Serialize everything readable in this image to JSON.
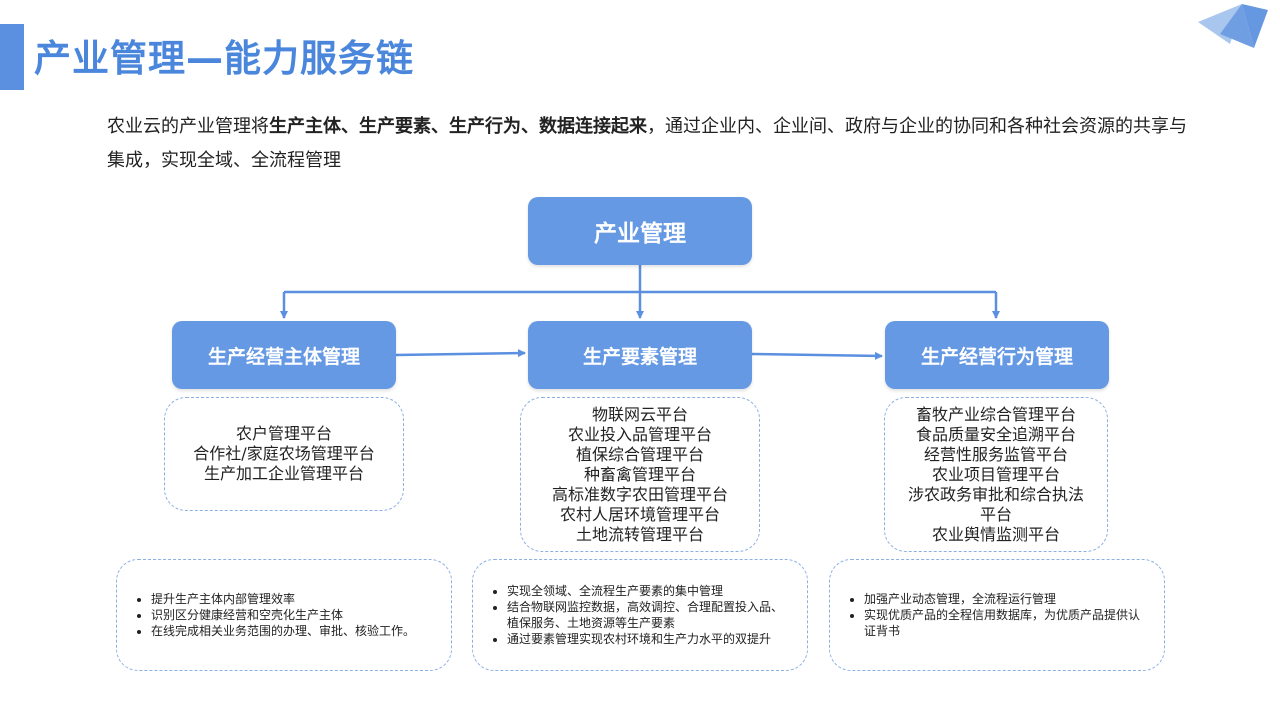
{
  "title": "产业管理—能力服务链",
  "intro": {
    "prefix": "农业云的产业管理将",
    "bold": "生产主体、生产要素、生产行为、数据连接起来",
    "suffix": "，通过企业内、企业间、政府与企业的协同和各种社会资源的共享与集成，实现全域、全流程管理"
  },
  "root": {
    "label": "产业管理"
  },
  "branches": [
    {
      "label": "生产经营主体管理",
      "platforms": [
        "农户管理平台",
        "合作社/家庭农场管理平台",
        "生产加工企业管理平台"
      ],
      "notes": [
        "提升生产主体内部管理效率",
        "识别区分健康经营和空壳化生产主体",
        "在线完成相关业务范围的办理、审批、核验工作。"
      ]
    },
    {
      "label": "生产要素管理",
      "platforms": [
        "物联网云平台",
        "农业投入品管理平台",
        "植保综合管理平台",
        "种畜禽管理平台",
        "高标准数字农田管理平台",
        "农村人居环境管理平台",
        "土地流转管理平台"
      ],
      "notes": [
        "实现全领域、全流程生产要素的集中管理",
        "结合物联网监控数据，高效调控、合理配置投入品、植保服务、土地资源等生产要素",
        "通过要素管理实现农村环境和生产力水平的双提升"
      ]
    },
    {
      "label": "生产经营行为管理",
      "platforms": [
        "畜牧产业综合管理平台",
        "食品质量安全追溯平台",
        "经营性服务监管平台",
        "农业项目管理平台",
        "涉农政务审批和综合执法平台",
        "农业舆情监测平台"
      ],
      "notes": [
        "加强产业动态管理，全流程运行管理",
        "实现优质产品的全程信用数据库，为优质产品提供认证背书"
      ]
    }
  ],
  "colors": {
    "accent": "#4a86dc",
    "node": "#6699e4",
    "edge": "#5b8fe0",
    "dash": "#8cb0e4"
  }
}
